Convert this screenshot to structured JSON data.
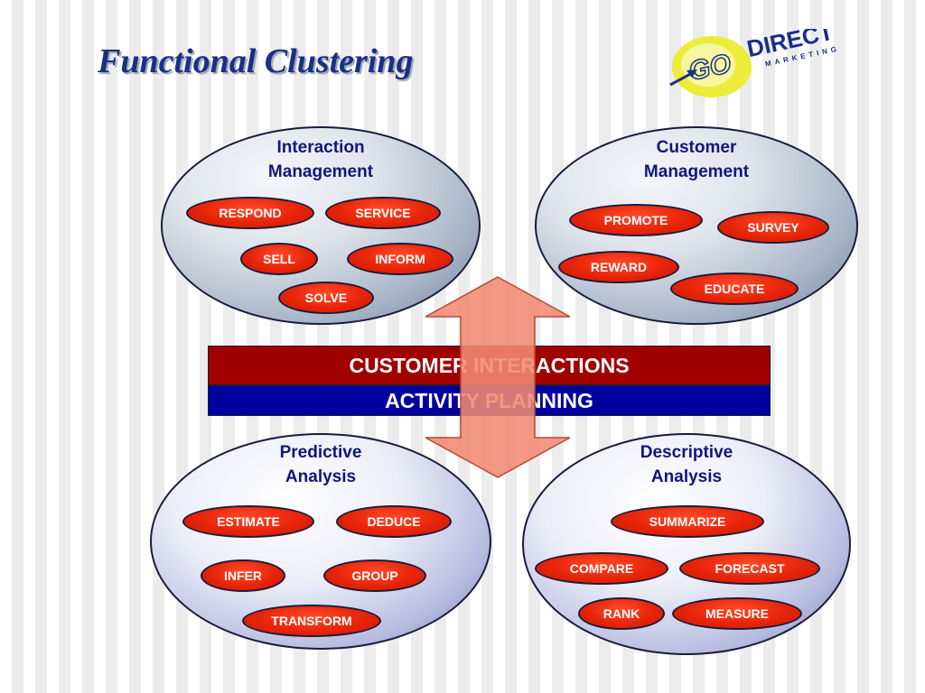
{
  "title": "Functional Clustering",
  "logo": {
    "text_go": "GO",
    "text_direct": "DIRECT",
    "text_marketing": "MARKETING"
  },
  "clusters": [
    {
      "id": "interaction",
      "title": "Interaction\nManagement",
      "items": [
        "RESPOND",
        "SERVICE",
        "SELL",
        "INFORM",
        "SOLVE"
      ]
    },
    {
      "id": "customer",
      "title": "Customer\nManagement",
      "items": [
        "PROMOTE",
        "SURVEY",
        "REWARD",
        "EDUCATE"
      ]
    },
    {
      "id": "predictive",
      "title": "Predictive\nAnalysis",
      "items": [
        "ESTIMATE",
        "DEDUCE",
        "INFER",
        "GROUP",
        "TRANSFORM"
      ]
    },
    {
      "id": "descriptive",
      "title": "Descriptive\nAnalysis",
      "items": [
        "SUMMARIZE",
        "COMPARE",
        "FORECAST",
        "RANK",
        "MEASURE"
      ]
    }
  ],
  "bands": {
    "top": "CUSTOMER INTERACTIONS",
    "bottom": "ACTIVITY PLANNING"
  },
  "colors": {
    "title": "#1a2f86",
    "pill": "#e82409",
    "band_top": "#a00000",
    "band_bottom": "#0000a0",
    "arrow": "#f08a73",
    "logo_yellow": "#ecec3a"
  }
}
